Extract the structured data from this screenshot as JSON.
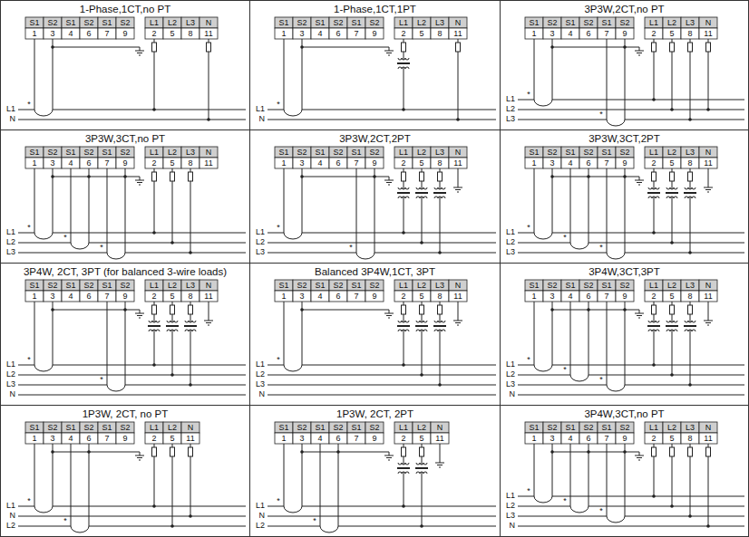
{
  "diagram": {
    "nodes": [
      {
        "text": [
          "1-Phase,1CT,no PT"
        ]
      },
      {
        "text": [
          "1-Phase,1CT,1PT"
        ]
      },
      {
        "text": [
          "3P3W,2CT,no PT"
        ]
      },
      {
        "text": [
          "3P3W,3CT,no PT"
        ]
      },
      {
        "text": [
          "3P3W,2CT,2PT"
        ]
      },
      {
        "text": [
          "3P3W,3CT,2PT"
        ]
      },
      {
        "text": [
          "3P4W, 2CT, 3PT (for balanced 3-wire loads)"
        ]
      },
      {
        "text": [
          "Balanced 3P4W,1CT, 3PT"
        ]
      },
      {
        "text": [
          "3P4W,3CT,3PT"
        ]
      },
      {
        "text": [
          "1P3W, 2CT, no PT"
        ]
      },
      {
        "text": [
          "1P3W, 2CT, 2PT"
        ]
      },
      {
        "text": [
          "3P4W,3CT,no PT"
        ]
      }
    ],
    "labels": [
      "S1",
      "S2",
      "S1",
      "S2",
      "S1",
      "S2",
      "1",
      "3",
      "4",
      "6",
      "7",
      "9",
      "L1",
      "L2",
      "L3",
      "N",
      "2",
      "5",
      "8",
      "11",
      "L1",
      "N",
      "*",
      "S1",
      "S2",
      "S1",
      "S2",
      "S1",
      "S2",
      "1",
      "3",
      "4",
      "6",
      "7",
      "9",
      "L1",
      "L2",
      "L3",
      "N",
      "2",
      "5",
      "8",
      "11",
      "L1",
      "N",
      "*",
      "S1",
      "S2",
      "S1",
      "S2",
      "S1",
      "S2",
      "1",
      "3",
      "4",
      "6",
      "7",
      "9",
      "L1",
      "L2",
      "L3",
      "N",
      "2",
      "5",
      "8",
      "11",
      "L1",
      "L2",
      "L3",
      "*",
      "*",
      "S1",
      "S2",
      "S1",
      "S2",
      "S1",
      "S2",
      "1",
      "3",
      "4",
      "6",
      "7",
      "9",
      "L1",
      "L2",
      "L3",
      "N",
      "2",
      "5",
      "8",
      "11",
      "L1",
      "L2",
      "L3",
      "*",
      "*",
      "*",
      "S1",
      "S2",
      "S1",
      "S2",
      "S1",
      "S2",
      "1",
      "3",
      "4",
      "6",
      "7",
      "9",
      "L1",
      "L2",
      "L3",
      "N",
      "2",
      "5",
      "8",
      "11",
      "L1",
      "L2",
      "L3",
      "*",
      "*",
      "S1",
      "S2",
      "S1",
      "S2",
      "S1",
      "S2",
      "1",
      "3",
      "4",
      "6",
      "7",
      "9",
      "L1",
      "L2",
      "L3",
      "N",
      "2",
      "5",
      "8",
      "11",
      "L1",
      "L2",
      "L3",
      "*",
      "*",
      "*",
      "S1",
      "S2",
      "S1",
      "S2",
      "S1",
      "S2",
      "1",
      "3",
      "4",
      "6",
      "7",
      "9",
      "L1",
      "L2",
      "L3",
      "N",
      "2",
      "5",
      "8",
      "11",
      "L1",
      "L2",
      "L3",
      "N",
      "*",
      "*",
      "S1",
      "S2",
      "S1",
      "S2",
      "S1",
      "S2",
      "1",
      "3",
      "4",
      "6",
      "7",
      "9",
      "L1",
      "L2",
      "L3",
      "N",
      "2",
      "5",
      "8",
      "11",
      "L1",
      "L2",
      "L3",
      "N",
      "*",
      "S1",
      "S2",
      "S1",
      "S2",
      "S1",
      "S2",
      "1",
      "3",
      "4",
      "6",
      "7",
      "9",
      "L1",
      "L2",
      "L3",
      "N",
      "2",
      "5",
      "8",
      "11",
      "L1",
      "L2",
      "L3",
      "N",
      "*",
      "*",
      "*",
      "S1",
      "S2",
      "S1",
      "S2",
      "S1",
      "S2",
      "1",
      "3",
      "4",
      "6",
      "7",
      "9",
      "L1",
      "L2",
      "N",
      "2",
      "5",
      "11",
      "L1",
      "N",
      "L2",
      "*",
      "*",
      "S1",
      "S2",
      "S1",
      "S2",
      "S1",
      "S2",
      "1",
      "3",
      "4",
      "6",
      "7",
      "9",
      "L1",
      "L2",
      "N",
      "2",
      "5",
      "11",
      "L1",
      "N",
      "L2",
      "*",
      "*",
      "S1",
      "S2",
      "S1",
      "S2",
      "S1",
      "S2",
      "1",
      "3",
      "4",
      "6",
      "7",
      "9",
      "L1",
      "L2",
      "L3",
      "N",
      "2",
      "5",
      "8",
      "11",
      "L1",
      "L2",
      "L3",
      "N",
      "*",
      "*",
      "*"
    ]
  }
}
